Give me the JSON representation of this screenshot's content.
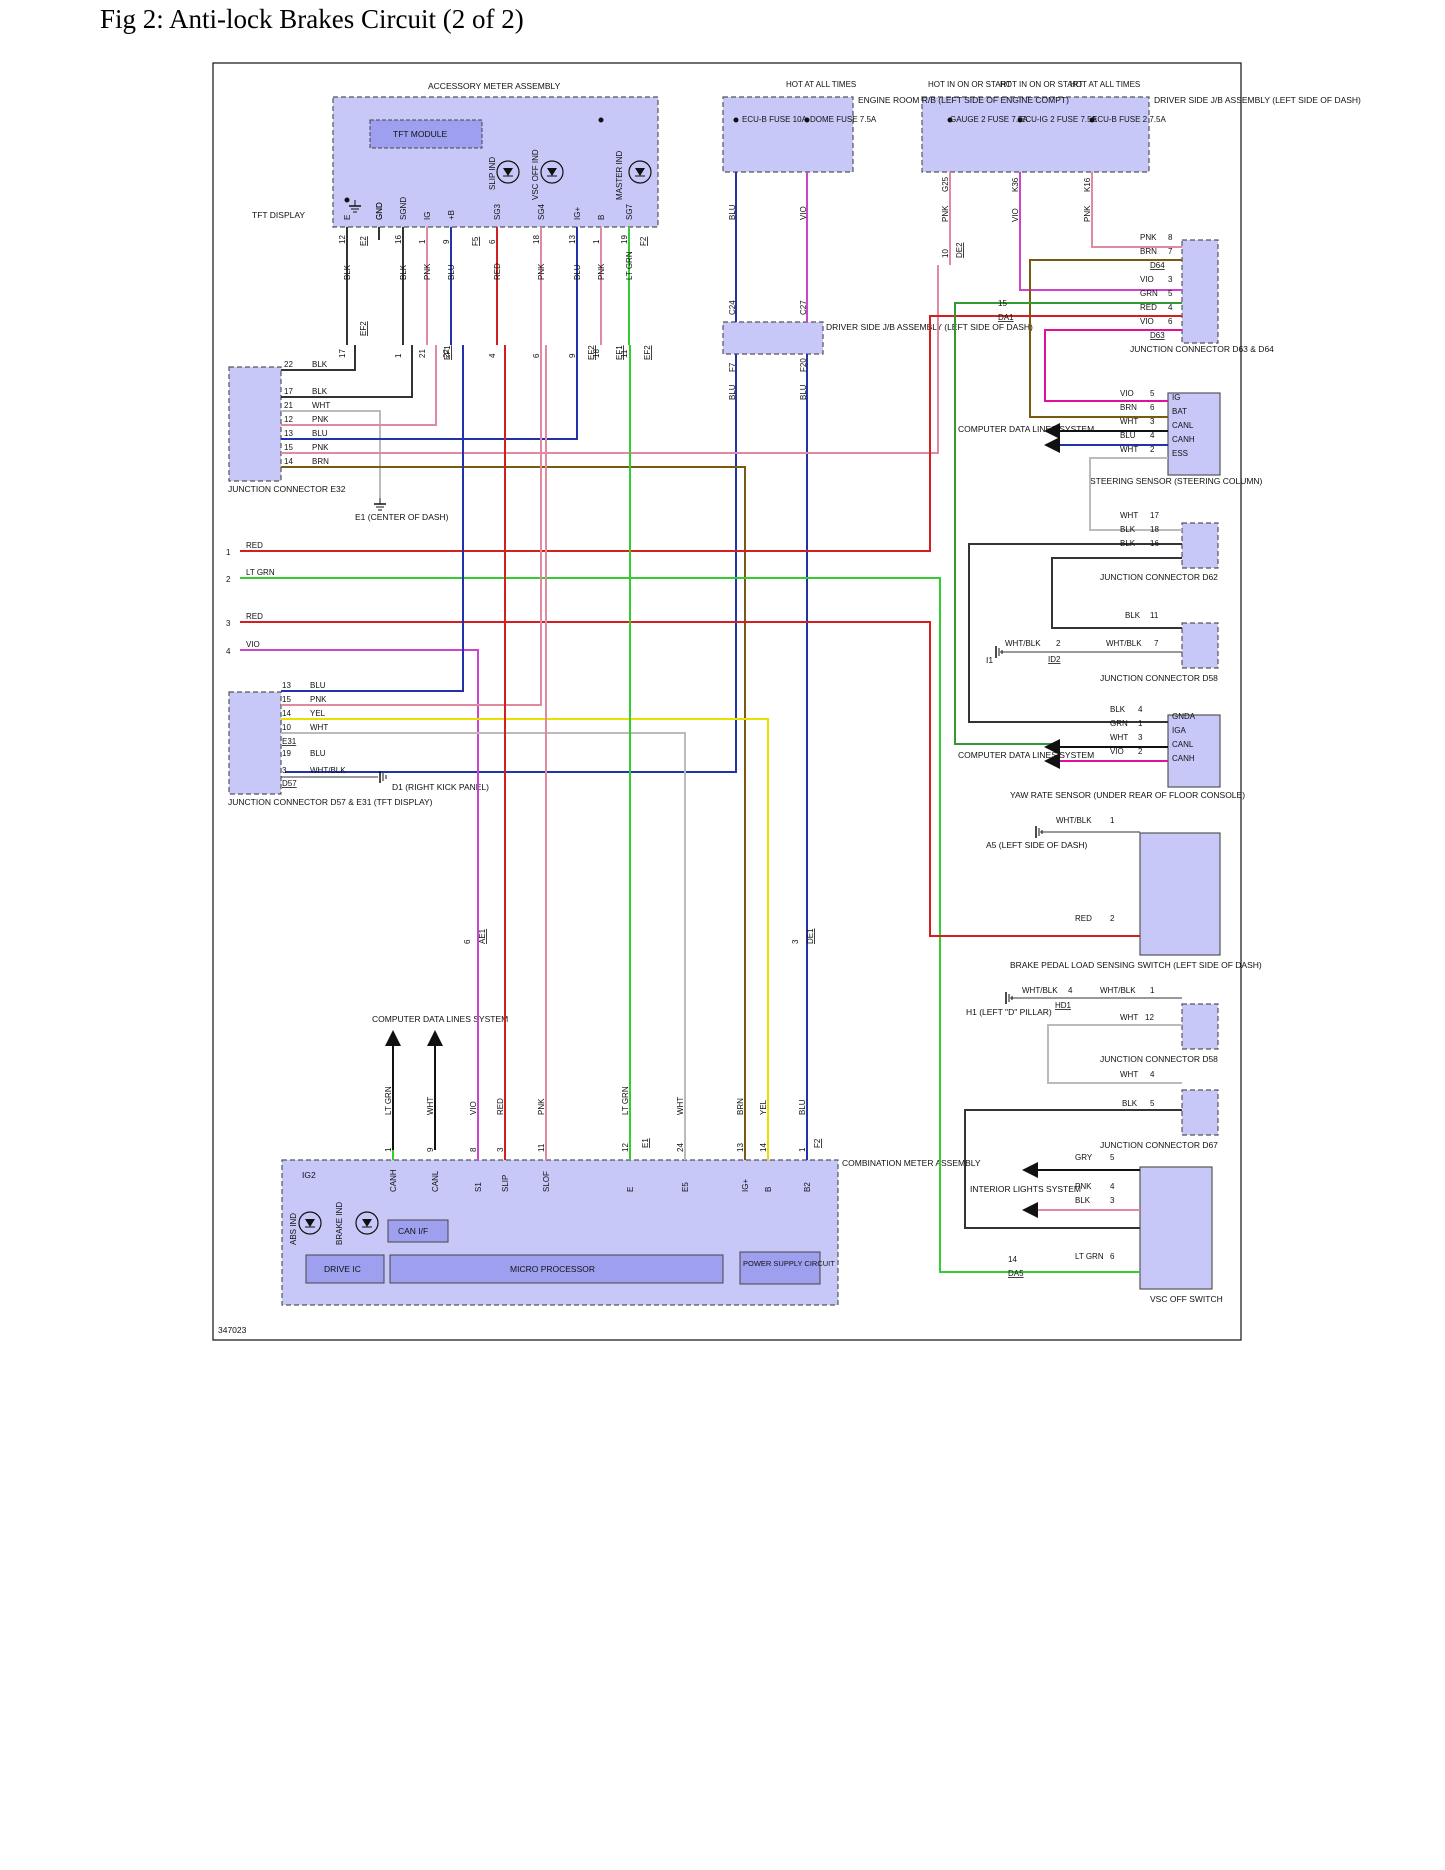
{
  "page": {
    "title": "Fig 2: Anti-lock Brakes Circuit (2 of 2)"
  },
  "diagram": {
    "figure_id": "347023",
    "components": {
      "accessory_meter": "ACCESSORY METER ASSEMBLY",
      "tft_module": "TFT MODULE",
      "tft_display": "TFT DISPLAY",
      "ecu_b_fuse": "ECU-B FUSE 10A",
      "dome_fuse": "DOME FUSE 7.5A",
      "engine_room": "ENGINE ROOM R/B (LEFT SIDE OF ENGINE COMPT)",
      "gauge2": "GAUGE 2 FUSE 7.5A",
      "ecu_ig2": "ECU-IG 2 FUSE 7.5A",
      "ecu_b2": "ECU-B FUSE 2 7.5A",
      "driver_jb_top": "DRIVER SIDE J/B ASSEMBLY (LEFT SIDE OF DASH)",
      "driver_jb_mid": "DRIVER SIDE J/B ASSEMBLY (LEFT SIDE OF DASH)",
      "jc_d63_d64": "JUNCTION CONNECTOR D63 & D64",
      "steering_sensor": "STEERING SENSOR (STEERING COLUMN)",
      "jc_e32": "JUNCTION CONNECTOR E32",
      "e1_ground": "E1 (CENTER OF DASH)",
      "jc_d62": "JUNCTION CONNECTOR D62",
      "jc_d58_a": "JUNCTION CONNECTOR D58",
      "i1_ground": "I1",
      "jc_d57_e31": "JUNCTION CONNECTOR D57 & E31 (TFT DISPLAY)",
      "d1_ground": "D1 (RIGHT KICK PANEL)",
      "yaw_rate": "YAW RATE SENSOR (UNDER REAR OF FLOOR CONSOLE)",
      "a5_ground": "A5 (LEFT SIDE OF DASH)",
      "brake_pedal": "BRAKE PEDAL LOAD SENSING SWITCH (LEFT SIDE OF DASH)",
      "h1_ground": "H1 (LEFT \"D\" PILLAR)",
      "jc_d58_b": "JUNCTION CONNECTOR D58",
      "jc_d67": "JUNCTION CONNECTOR D67",
      "interior_lights": "INTERIOR LIGHTS SYSTEM",
      "vsc_off": "VSC OFF SWITCH",
      "cdls_1": "COMPUTER DATA LINES SYSTEM",
      "cdls_2": "COMPUTER DATA LINES SYSTEM",
      "cdls_3": "COMPUTER DATA LINES SYSTEM",
      "combination_meter": "COMBINATION METER ASSEMBLY",
      "drive_ic": "DRIVE IC",
      "micro": "MICRO PROCESSOR",
      "power_supply": "POWER SUPPLY CIRCUIT",
      "can_if": "CAN I/F",
      "ig2": "IG2",
      "abs_ind": "ABS IND",
      "brake_ind": "BRAKE IND",
      "slip_ind": "SLIP IND",
      "vsc_off_ind": "VSC OFF IND",
      "master_ind": "MASTER IND"
    },
    "hot_labels": [
      "HOT AT ALL TIMES",
      "HOT IN ON OR START",
      "HOT IN ON OR START",
      "HOT AT ALL TIMES"
    ],
    "wire_colors": {
      "RED": "#d31f1f",
      "LT GRN": "#33cc33",
      "VIO": "#cc44cc",
      "PNK": "#e08aa0",
      "BLU": "#2233aa",
      "BRN": "#7a5a10",
      "YEL": "#e8e000",
      "WHT": "#bbbbbb",
      "BLK": "#333333",
      "GRN": "#339933",
      "MAG": "#e0109a"
    },
    "connectors": {
      "E2": "E2",
      "F5": "F5",
      "EF1": "EF1",
      "EF2": "EF2",
      "D64": "D64",
      "D63": "D63",
      "DA1": "DA1",
      "DE2": "DE2",
      "E31": "E31",
      "D57": "D57",
      "ID2": "ID2",
      "AE1": "AE1",
      "DE1": "DE1",
      "HD1": "HD1",
      "DA5": "DA5",
      "E1": "E1",
      "F2": "F2"
    },
    "meter_pins": [
      "E",
      "GND",
      "SGND",
      "IG",
      "+B",
      "SG3",
      "SG4",
      "IG+",
      "B",
      "SG7"
    ],
    "meter_pin_nums": [
      "12",
      "",
      "16",
      "1",
      "9",
      "6",
      "18",
      "13",
      "1",
      "19"
    ],
    "meter_wires": [
      "BLK",
      "",
      "BLK",
      "PNK",
      "BLU",
      "RED",
      "PNK",
      "BLU",
      "PNK",
      "LT GRN"
    ],
    "meter_low_nums": [
      "17",
      "",
      "1",
      "21",
      "22",
      "4",
      "6",
      "9",
      "18",
      "11"
    ],
    "fuse_wires": [
      "BLU",
      "VIO"
    ],
    "fuse_conn": [
      "C24",
      "C27"
    ],
    "fuse_low": [
      "F7",
      "F20"
    ],
    "fuse_low_wires": [
      "BLU",
      "BLU"
    ],
    "top_fuse_pins": [
      "G25",
      "K36",
      "K16"
    ],
    "top_fuse_wires": [
      "PNK",
      "VIO",
      "PNK"
    ],
    "d64_pins": [
      [
        "PNK",
        "8"
      ],
      [
        "BRN",
        "7"
      ]
    ],
    "d63_pins": [
      [
        "VIO",
        "3"
      ],
      [
        "GRN",
        "5"
      ],
      [
        "RED",
        "4"
      ],
      [
        "VIO",
        "6"
      ]
    ],
    "steer_pins": [
      [
        "VIO",
        "5",
        "IG"
      ],
      [
        "BRN",
        "6",
        "BAT"
      ],
      [
        "WHT",
        "3",
        "CANL"
      ],
      [
        "BLU",
        "4",
        "CANH"
      ],
      [
        "WHT",
        "2",
        "ESS"
      ]
    ],
    "e32_pins": [
      [
        "22",
        "BLK"
      ],
      [
        "17",
        "BLK"
      ],
      [
        "21",
        "WHT"
      ],
      [
        "12",
        "PNK"
      ],
      [
        "13",
        "BLU"
      ],
      [
        "15",
        "PNK"
      ],
      [
        "14",
        "BRN"
      ]
    ],
    "lines_left": [
      [
        "1",
        "RED"
      ],
      [
        "2",
        "LT GRN"
      ],
      [
        "3",
        "RED"
      ],
      [
        "4",
        "VIO"
      ]
    ],
    "d62_pins": [
      [
        "WHT",
        "17"
      ],
      [
        "BLK",
        "18"
      ],
      [
        "BLK",
        "16"
      ]
    ],
    "d58a": {
      "blk": "BLK",
      "pin": "11",
      "whtblk": "WHT/BLK",
      "p2": "2",
      "p7": "7"
    },
    "e31_pins": [
      [
        "13",
        "BLU"
      ],
      [
        "15",
        "PNK"
      ],
      [
        "14",
        "YEL"
      ],
      [
        "10",
        "WHT"
      ],
      [
        "19",
        "BLU"
      ],
      [
        "3",
        "WHT/BLK"
      ]
    ],
    "yaw_pins": [
      [
        "BLK",
        "4",
        "GNDA"
      ],
      [
        "GRN",
        "1",
        "IGA"
      ],
      [
        "WHT",
        "3",
        "CANL"
      ],
      [
        "VIO",
        "2",
        "CANH"
      ]
    ],
    "brake_pins": [
      [
        "WHT/BLK",
        "1"
      ],
      [
        "RED",
        "2"
      ]
    ],
    "h1": {
      "w1": "WHT/BLK",
      "p4": "4",
      "w2": "WHT/BLK",
      "p1": "1",
      "wht": "WHT",
      "p12": "12"
    },
    "d67b": [
      [
        "WHT",
        "4"
      ],
      [
        "BLK",
        "5"
      ]
    ],
    "vsc_pins": [
      [
        "GRY",
        "5"
      ],
      [
        "PNK",
        "4"
      ],
      [
        "BLK",
        "3"
      ],
      [
        "LT GRN",
        "6"
      ]
    ],
    "da5": {
      "num": "14"
    },
    "mid_conn": {
      "ae1_num": "6",
      "de1_num": "3",
      "da1_num": "15",
      "de2_num": "10"
    },
    "bottom_pins": [
      "CANH",
      "CANL",
      "S1",
      "SLIP",
      "SLOF",
      "E",
      "E5",
      "IG+",
      "B",
      "B2"
    ],
    "bottom_nums": [
      "1",
      "9",
      "8",
      "3",
      "11",
      "12",
      "24",
      "13",
      "14",
      "1"
    ],
    "bottom_wires": [
      "LT GRN",
      "WHT",
      "VIO",
      "RED",
      "PNK",
      "LT GRN",
      "WHT",
      "BRN",
      "YEL",
      "BLU"
    ]
  }
}
